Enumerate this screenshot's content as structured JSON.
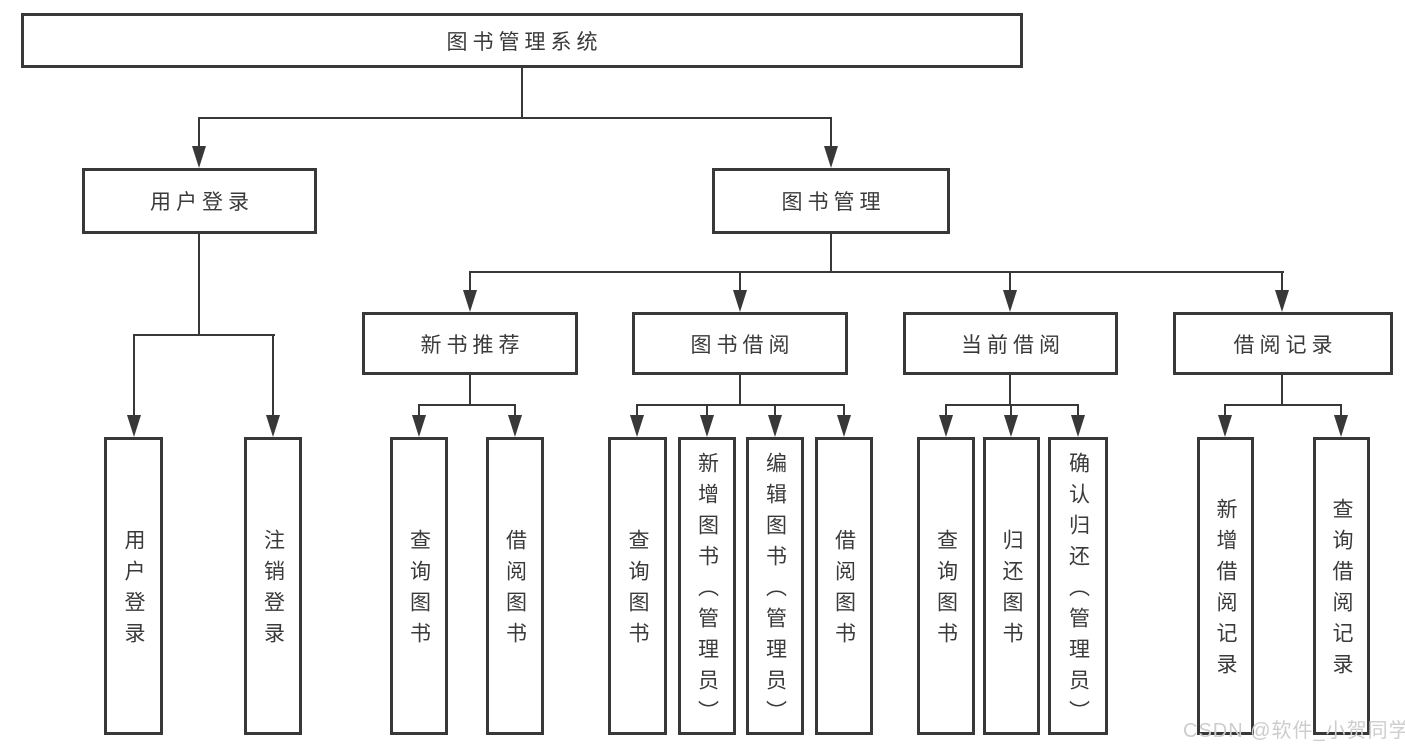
{
  "colors": {
    "line": "#383838",
    "box_border": "#383838",
    "text": "#3a3a3a",
    "watermark": "#cdcdcd",
    "background": "#ffffff"
  },
  "watermark": {
    "text": "CSDN @软件_小贺同学"
  },
  "tree": {
    "root": "图书管理系统",
    "children": [
      {
        "label": "用户登录",
        "children": [
          "用户登录",
          "注销登录"
        ]
      },
      {
        "label": "图书管理",
        "children": [
          {
            "label": "新书推荐",
            "children": [
              "查询图书",
              "借阅图书"
            ]
          },
          {
            "label": "图书借阅",
            "children": [
              "查询图书",
              "新增图书（管理员）",
              "编辑图书（管理员）",
              "借阅图书"
            ]
          },
          {
            "label": "当前借阅",
            "children": [
              "查询图书",
              "归还图书",
              "确认归还（管理员）"
            ]
          },
          {
            "label": "借阅记录",
            "children": [
              "新增借阅记录",
              "查询借阅记录"
            ]
          }
        ]
      }
    ]
  }
}
